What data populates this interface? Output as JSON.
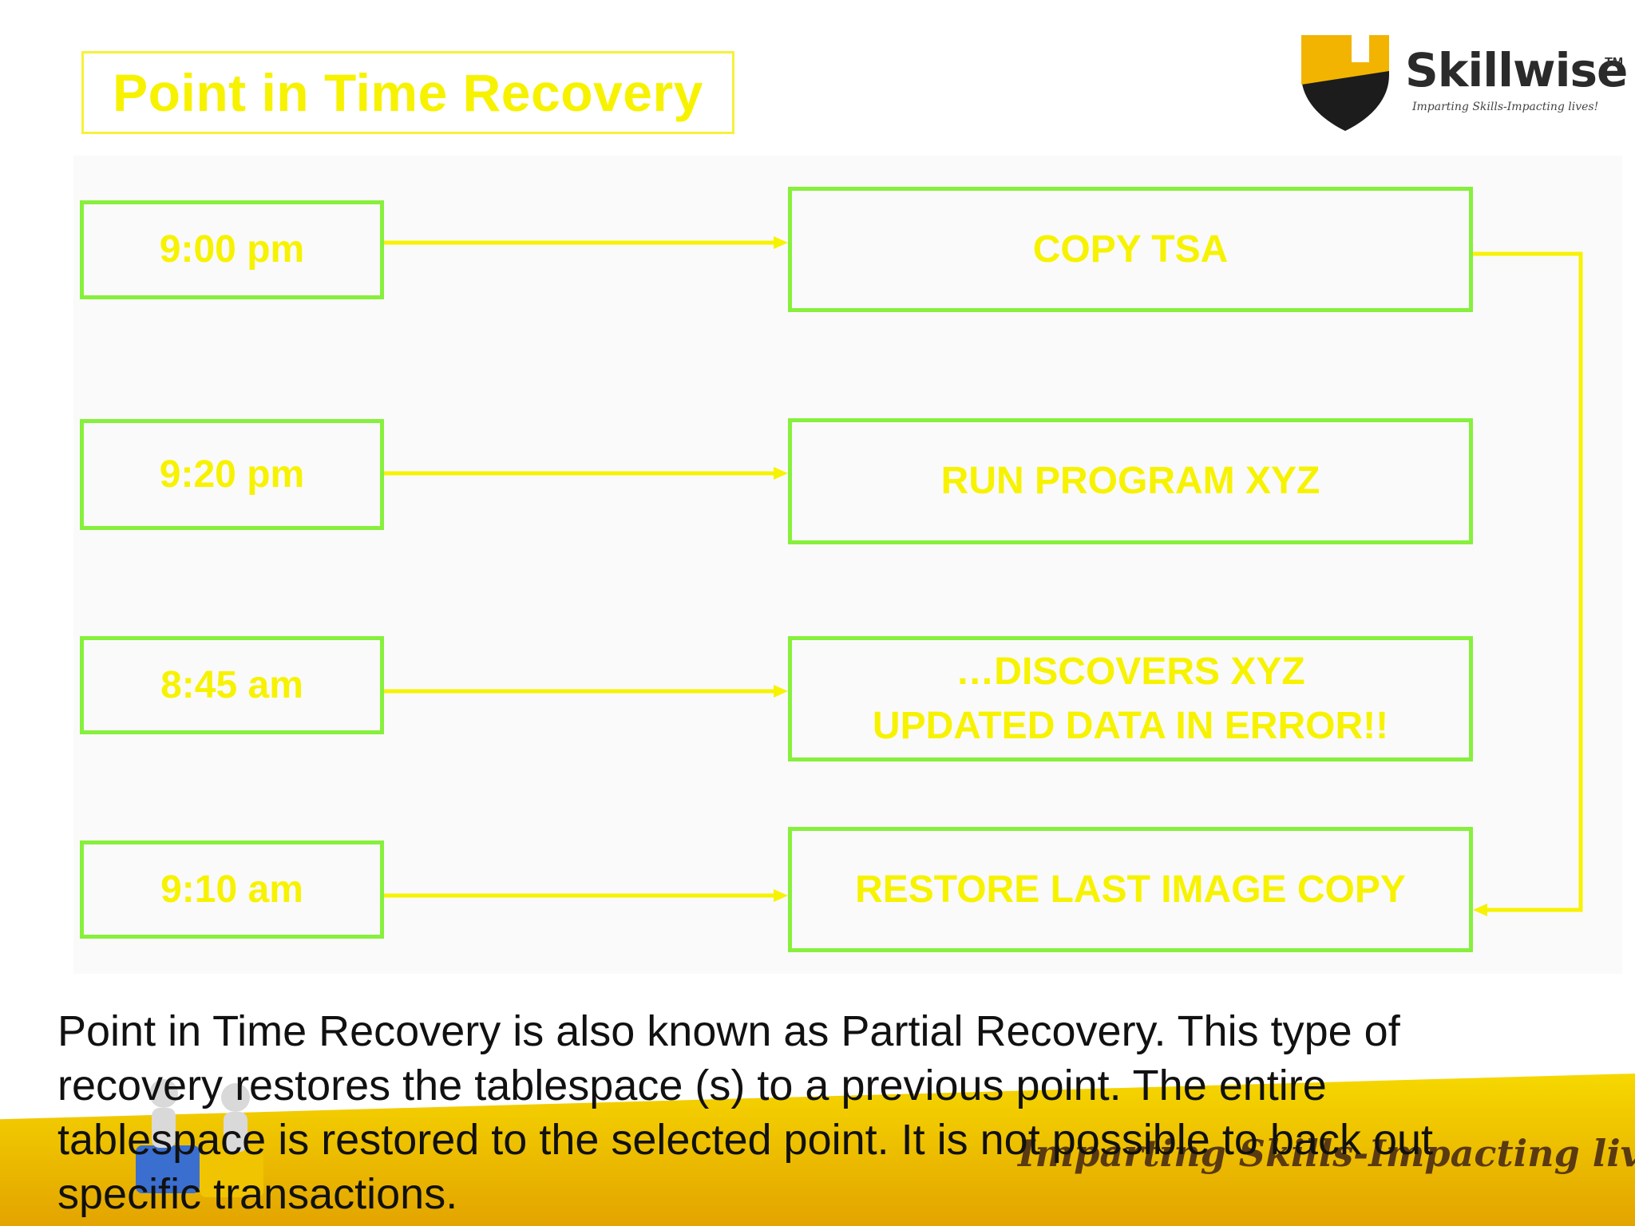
{
  "title": "Point in Time Recovery",
  "logo": {
    "name": "Skillwise",
    "trademark": "TM",
    "tagline": "Imparting Skills-Impacting lives!"
  },
  "timeline": [
    {
      "time": "9:00 pm",
      "event": "COPY TSA"
    },
    {
      "time": "9:20 pm",
      "event": "RUN PROGRAM XYZ"
    },
    {
      "time": "8:45 am",
      "event": "…DISCOVERS XYZ\nUPDATED DATA IN ERROR!!"
    },
    {
      "time": "9:10 am",
      "event": "RESTORE LAST IMAGE COPY"
    }
  ],
  "description": "Point in Time Recovery is also known as Partial Recovery. This type of\nrecovery restores the tablespace (s) to a previous point. The entire\ntablespace is restored to the selected point. It is not possible to back out\nspecific transactions.",
  "footer_tagline": "Imparting Skills-Impacting lives!",
  "colors": {
    "title_text": "#f7f200",
    "box_border": "#86f03c",
    "arrow": "#f7f200",
    "footer_band": "#f6d800"
  }
}
